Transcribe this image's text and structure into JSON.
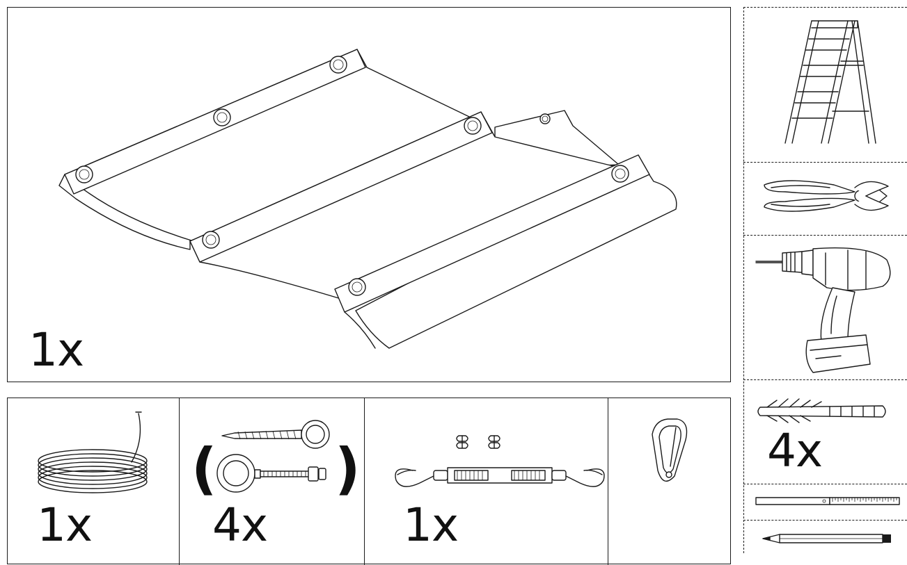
{
  "main_panel": {
    "quantity": "1x",
    "item_icon": "shade-sail-icon"
  },
  "parts": [
    {
      "quantity": "1x",
      "item_icon": "wire-rope-coil-icon"
    },
    {
      "quantity": "4x",
      "item_icon": "eye-screw-and-eye-bolt-icon",
      "paren_open": "(",
      "paren_close": ")"
    },
    {
      "quantity": "1x",
      "item_icon": "turnbuckle-and-wire-clamps-icon"
    },
    {
      "quantity": "",
      "item_icon": "carabiner-icon"
    }
  ],
  "tools": [
    {
      "item_icon": "ladder-icon"
    },
    {
      "item_icon": "pliers-icon"
    },
    {
      "item_icon": "cordless-drill-icon"
    },
    {
      "item_icon": "wall-plug-icon",
      "quantity": "4x"
    },
    {
      "item_icon": "folding-ruler-icon"
    },
    {
      "item_icon": "pencil-icon"
    }
  ]
}
